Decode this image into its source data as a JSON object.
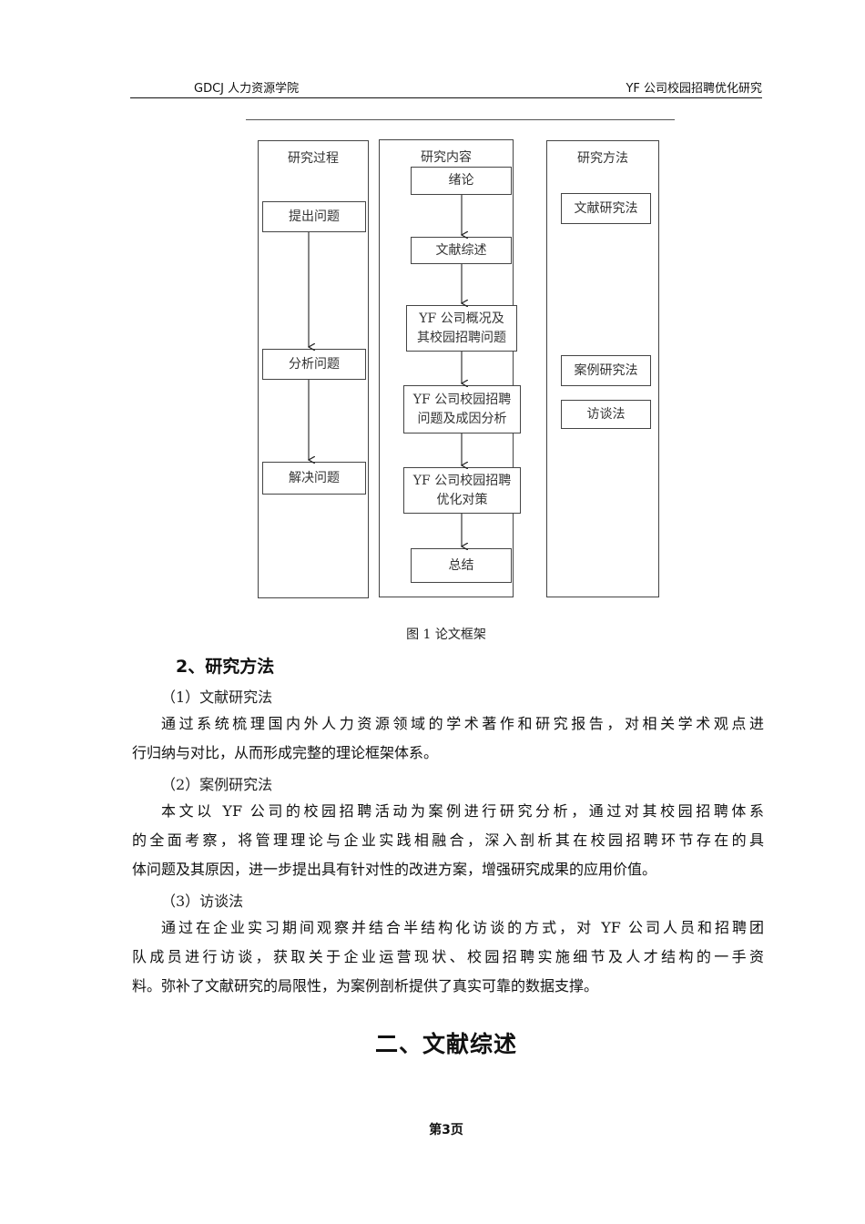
{
  "header": {
    "left": "GDCJ 人力资源学院",
    "right": "YF 公司校园招聘优化研究"
  },
  "figure": {
    "columns": {
      "process": {
        "title": "研究过程",
        "steps": [
          "提出问题",
          "分析问题",
          "解决问题"
        ]
      },
      "content": {
        "title": "研究内容",
        "steps": [
          "绪论",
          "文献综述",
          "YF 公司概况及其校园招聘问题",
          "YF 公司校园招聘问题及成因分析",
          "YF 公司校园招聘优化对策",
          "总结"
        ]
      },
      "methods": {
        "title": "研究方法",
        "items": [
          "文献研究法",
          "案例研究法",
          "访谈法"
        ]
      }
    },
    "caption": "图 1  论文框架"
  },
  "section": {
    "heading": "2、研究方法",
    "sub1": "（1）文献研究法",
    "para1": [
      "通过系统梳理国内外人力资源领域的学术著作和研究报告，对相关学术观点进",
      "行归纳与对比，从而形成完整的理论框架体系。"
    ],
    "sub2": "（2）案例研究法",
    "para2": [
      "本文以 YF 公司的校园招聘活动为案例进行研究分析，通过对其校园招聘体系",
      "的全面考察，将管理理论与企业实践相融合，深入剖析其在校园招聘环节存在的具",
      "体问题及其原因，进一步提出具有针对性的改进方案，增强研究成果的应用价值。"
    ],
    "sub3": "（3）访谈法",
    "para3": [
      "通过在企业实习期间观察并结合半结构化访谈的方式，对 YF 公司人员和招聘团",
      "队成员进行访谈，获取关于企业运营现状、校园招聘实施细节及人才结构的一手资",
      "料。弥补了文献研究的局限性，为案例剖析提供了真实可靠的数据支撑。"
    ]
  },
  "chapter_title": "二、文献综述",
  "page_number": "第3页"
}
